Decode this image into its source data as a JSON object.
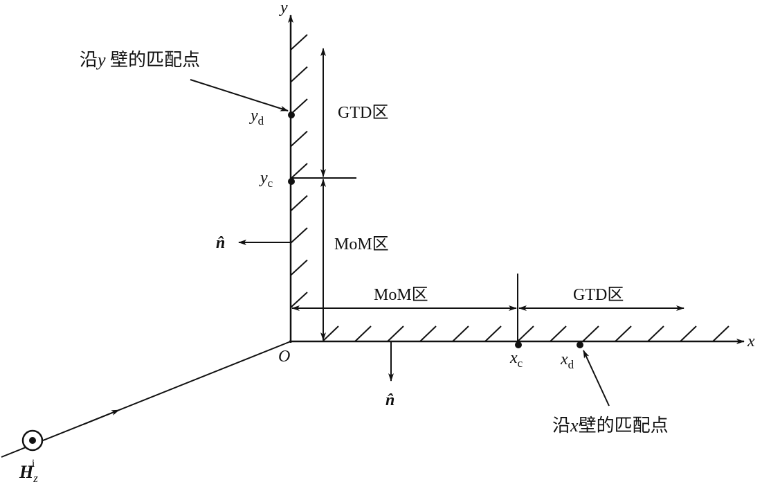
{
  "axes": {
    "x_label": "x",
    "y_label": "y",
    "origin_label": "O"
  },
  "points": {
    "yd": {
      "base": "y",
      "sub": "d"
    },
    "yc": {
      "base": "y",
      "sub": "c"
    },
    "xc": {
      "base": "x",
      "sub": "c"
    },
    "xd": {
      "base": "x",
      "sub": "d"
    }
  },
  "regions": {
    "y_gtd": "GTD区",
    "y_mom": "MoM区",
    "x_mom": "MoM区",
    "x_gtd": "GTD区"
  },
  "annotations": {
    "y_wall_match": {
      "pre": "沿",
      "var": "y",
      "post": " 壁的匹配点"
    },
    "x_wall_match": {
      "pre": "沿",
      "var": "x",
      "post": "壁的匹配点"
    }
  },
  "normal_label": "n̂",
  "incident_field": {
    "base": "H",
    "sub": "z",
    "sup": "i"
  }
}
